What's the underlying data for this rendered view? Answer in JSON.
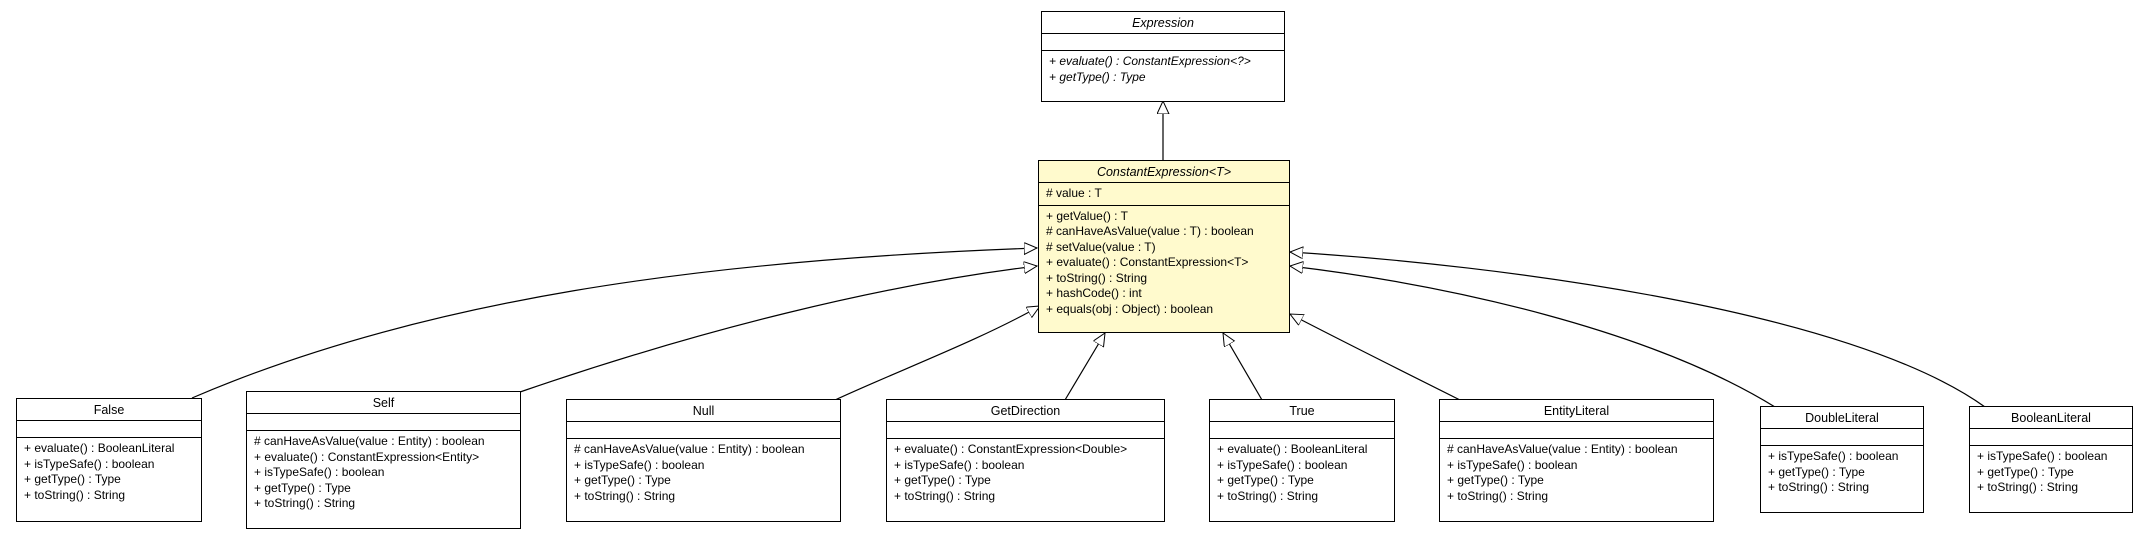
{
  "expression": {
    "name": "Expression",
    "methods": [
      "+ evaluate() : ConstantExpression<?>",
      "+ getType() : Type"
    ]
  },
  "constant_expression": {
    "name": "ConstantExpression<T>",
    "fields": [
      "# value : T"
    ],
    "methods": [
      "+ getValue() : T",
      "# canHaveAsValue(value : T) : boolean",
      "# setValue(value : T)",
      "+ evaluate() : ConstantExpression<T>",
      "+ toString() : String",
      "+ hashCode() : int",
      "+ equals(obj : Object) : boolean"
    ]
  },
  "subclasses": [
    {
      "name": "False",
      "methods": [
        "+ evaluate() : BooleanLiteral",
        "+ isTypeSafe() : boolean",
        "+ getType() : Type",
        "+ toString() : String"
      ]
    },
    {
      "name": "Self",
      "methods": [
        "# canHaveAsValue(value : Entity) : boolean",
        "+ evaluate() : ConstantExpression<Entity>",
        "+ isTypeSafe() : boolean",
        "+ getType() : Type",
        "+ toString() : String"
      ]
    },
    {
      "name": "Null",
      "methods": [
        "# canHaveAsValue(value : Entity) : boolean",
        "+ isTypeSafe() : boolean",
        "+ getType() : Type",
        "+ toString() : String"
      ]
    },
    {
      "name": "GetDirection",
      "methods": [
        "+ evaluate() : ConstantExpression<Double>",
        "+ isTypeSafe() : boolean",
        "+ getType() : Type",
        "+ toString() : String"
      ]
    },
    {
      "name": "True",
      "methods": [
        "+ evaluate() : BooleanLiteral",
        "+ isTypeSafe() : boolean",
        "+ getType() : Type",
        "+ toString() : String"
      ]
    },
    {
      "name": "EntityLiteral",
      "methods": [
        "# canHaveAsValue(value : Entity) : boolean",
        "+ isTypeSafe() : boolean",
        "+ getType() : Type",
        "+ toString() : String"
      ]
    },
    {
      "name": "DoubleLiteral",
      "methods": [
        "+ isTypeSafe() : boolean",
        "+ getType() : Type",
        "+ toString() : String"
      ]
    },
    {
      "name": "BooleanLiteral",
      "methods": [
        "+ isTypeSafe() : boolean",
        "+ getType() : Type",
        "+ toString() : String"
      ]
    }
  ]
}
